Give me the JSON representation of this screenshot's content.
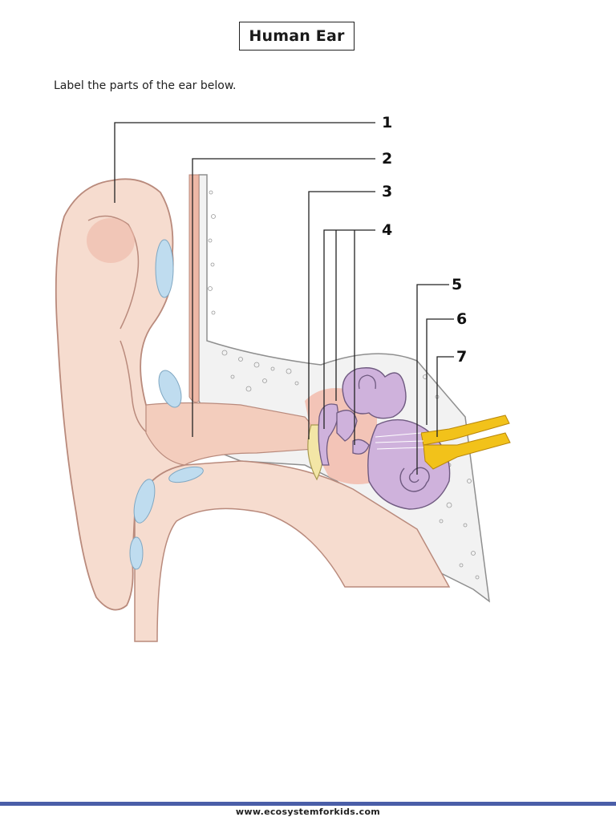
{
  "worksheet": {
    "title": "Human Ear",
    "instruction": "Label the parts of the ear below.",
    "footer": "www.ecosystemforkids.com"
  },
  "labels": [
    "1",
    "2",
    "3",
    "4",
    "5",
    "6",
    "7"
  ],
  "colors": {
    "skin": "#f6dccf",
    "skin_outline": "#b98a7c",
    "skin_shade": "#eeb8a6",
    "cartilage": "#bfdcef",
    "bone": "#f2f2f2",
    "bone_outline": "#8f8f8f",
    "inner_ear": "#cfb2dc",
    "inner_ear_outline": "#6f5a80",
    "nerve": "#f2c21a",
    "eardrum": "#f3e6a6",
    "footer_bar": "#4a5ea8"
  }
}
